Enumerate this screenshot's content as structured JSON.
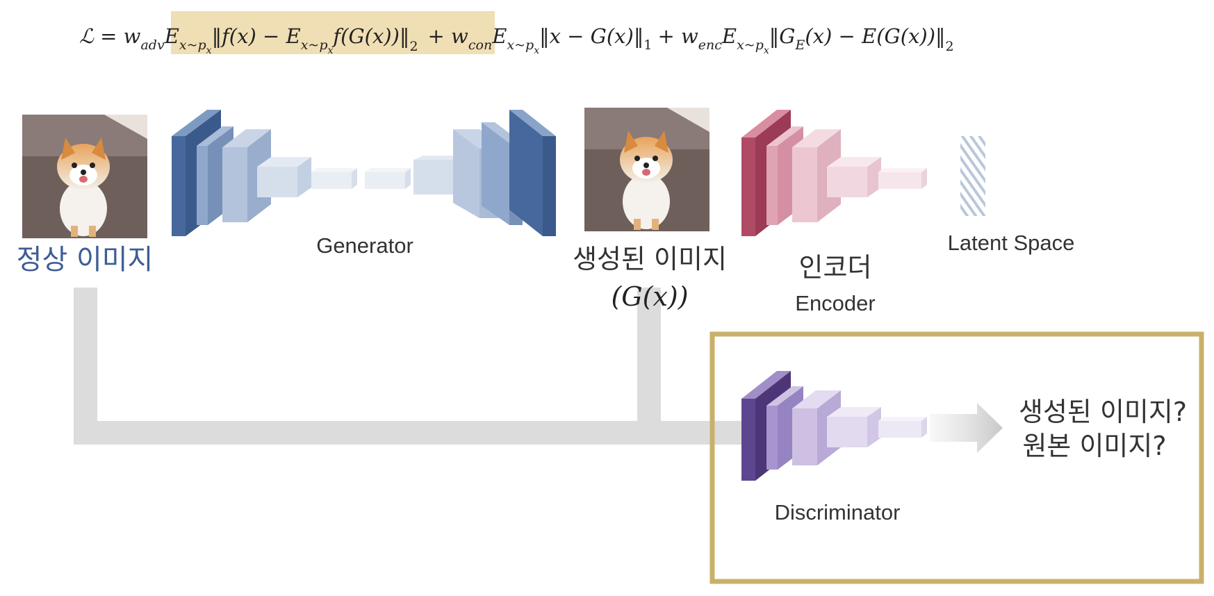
{
  "formula": {
    "lhs": "ℒ = w",
    "w_adv_sub": "adv",
    "term1": "E",
    "term1_sub": "x~p",
    "term1_subsub": "x",
    "term1_body": "‖f(x) − E",
    "term1_sub2": "x~p",
    "term1_subsub2": "x",
    "term1_body2": "f(G(x))‖",
    "norm2": "2",
    "plus1": "+ w",
    "w_con_sub": "con",
    "term2": "E",
    "term2_sub": "x~p",
    "term2_subsub": "x",
    "term2_body": "‖x − G(x)‖",
    "norm1": "1",
    "plus2": "+ w",
    "w_enc_sub": "enc",
    "term3": "E",
    "term3_sub": "x~p",
    "term3_subsub": "x",
    "term3_body": "‖G",
    "term3_ge_sub": "E",
    "term3_body2": "(x) − E(G(x))‖",
    "norm3": "2"
  },
  "labels": {
    "normal_image": "정상 이미지",
    "generator": "Generator",
    "generated_image": "생성된 이미지",
    "gx": "(G(x))",
    "encoder_kr": "인코더",
    "encoder": "Encoder",
    "latent_space": "Latent Space",
    "discriminator": "Discriminator",
    "question1": "생성된 이미지?",
    "question2": "원본 이미지?"
  },
  "colors": {
    "highlight": "#f0dfb4",
    "frame": "#c9b06a",
    "flow": "#dcdcdc",
    "generator": "#46689c",
    "encoder": "#b04a65",
    "discriminator": "#5d4590",
    "normal_label": "#3d5d96"
  }
}
